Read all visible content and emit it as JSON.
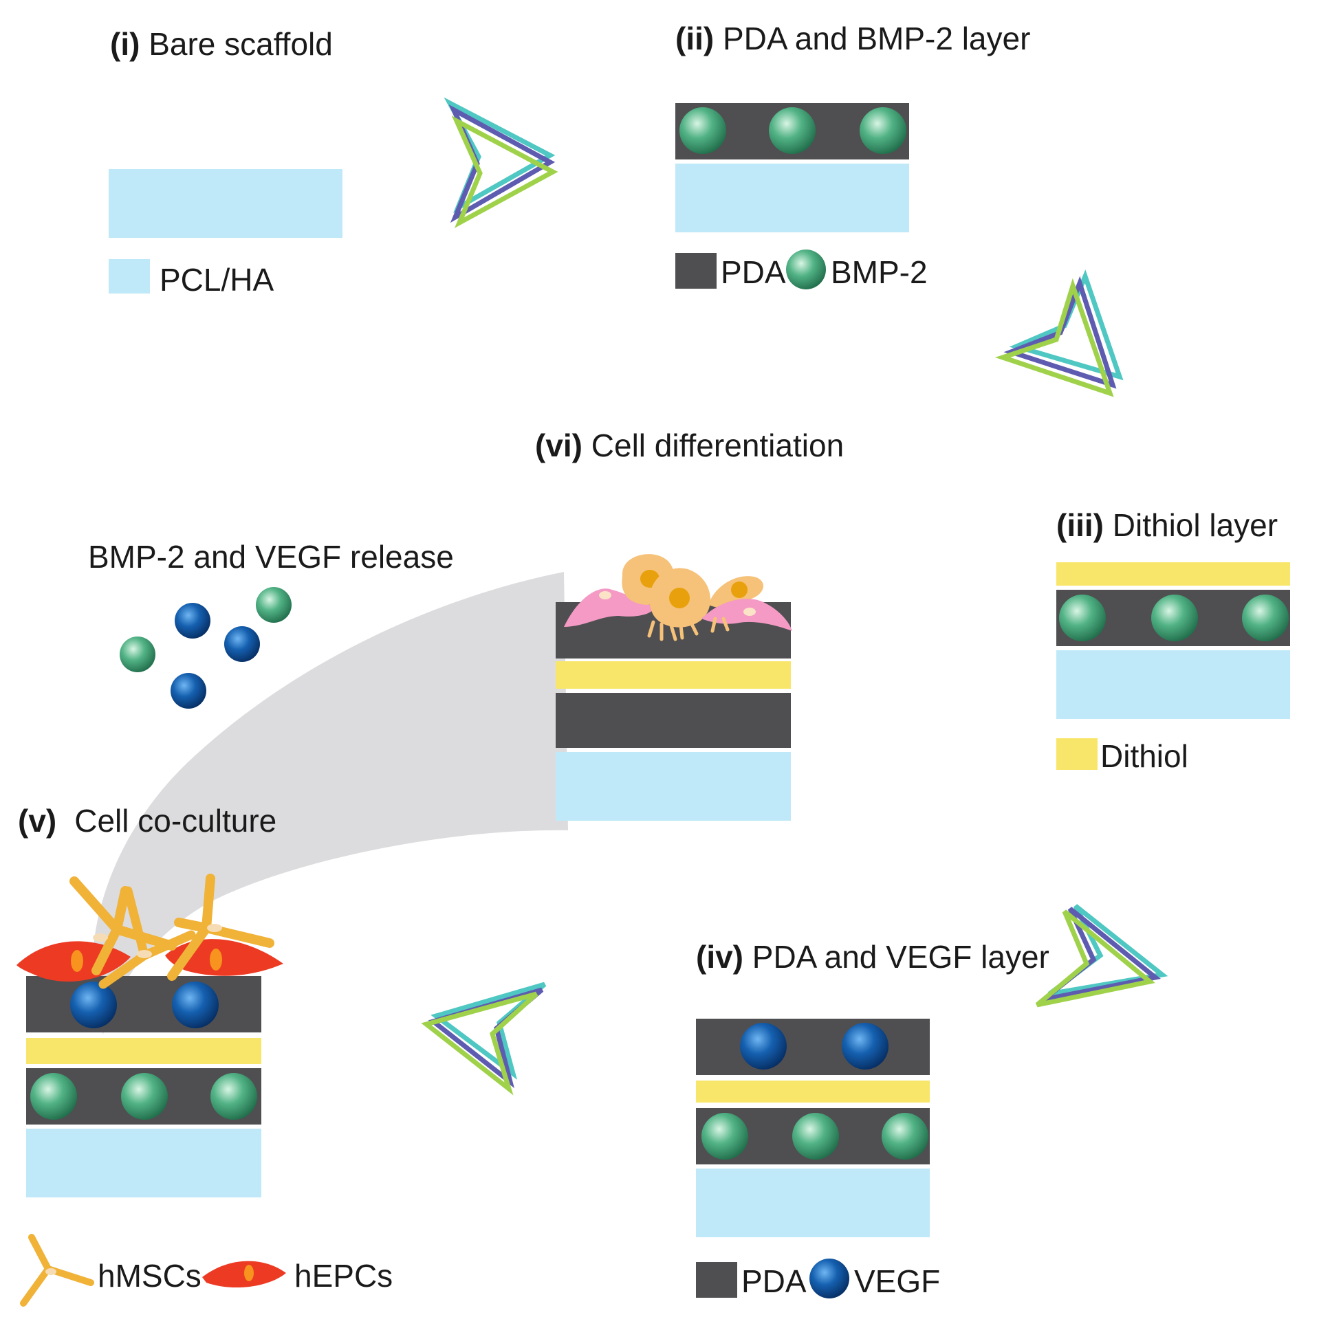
{
  "stages": {
    "i": {
      "numeral": "(i)",
      "title": "Bare scaffold"
    },
    "ii": {
      "numeral": "(ii)",
      "title": "PDA and BMP-2 layer"
    },
    "iii": {
      "numeral": "(iii)",
      "title": "Dithiol layer"
    },
    "iv": {
      "numeral": "(iv)",
      "title": "PDA and VEGF layer"
    },
    "v": {
      "numeral": "(v)",
      "title": "Cell co-culture"
    },
    "vi": {
      "numeral": "(vi)",
      "title": "Cell differentiation"
    }
  },
  "legend": {
    "pcl_ha": "PCL/HA",
    "pda_ii": "PDA",
    "bmp2": "BMP-2",
    "dithiol": "Dithiol",
    "pda_iv": "PDA",
    "vegf": "VEGF",
    "hmscs": "hMSCs",
    "hepcs": "hEPCs"
  },
  "release_label": "BMP-2 and VEGF release",
  "colors": {
    "pcl_ha": "#bfe9f8",
    "pda": "#4f4f51",
    "dithiol": "#f8e66a",
    "bmp2": "#3f9c6f",
    "vegf": "#0d4d94",
    "hmsc": "#f0b237",
    "hepc": "#ec3a23",
    "arrow_teal": "#4fc7c2",
    "arrow_purple": "#5e5cb0",
    "arrow_green": "#9fd24a",
    "release_band": "#dcdcde"
  }
}
